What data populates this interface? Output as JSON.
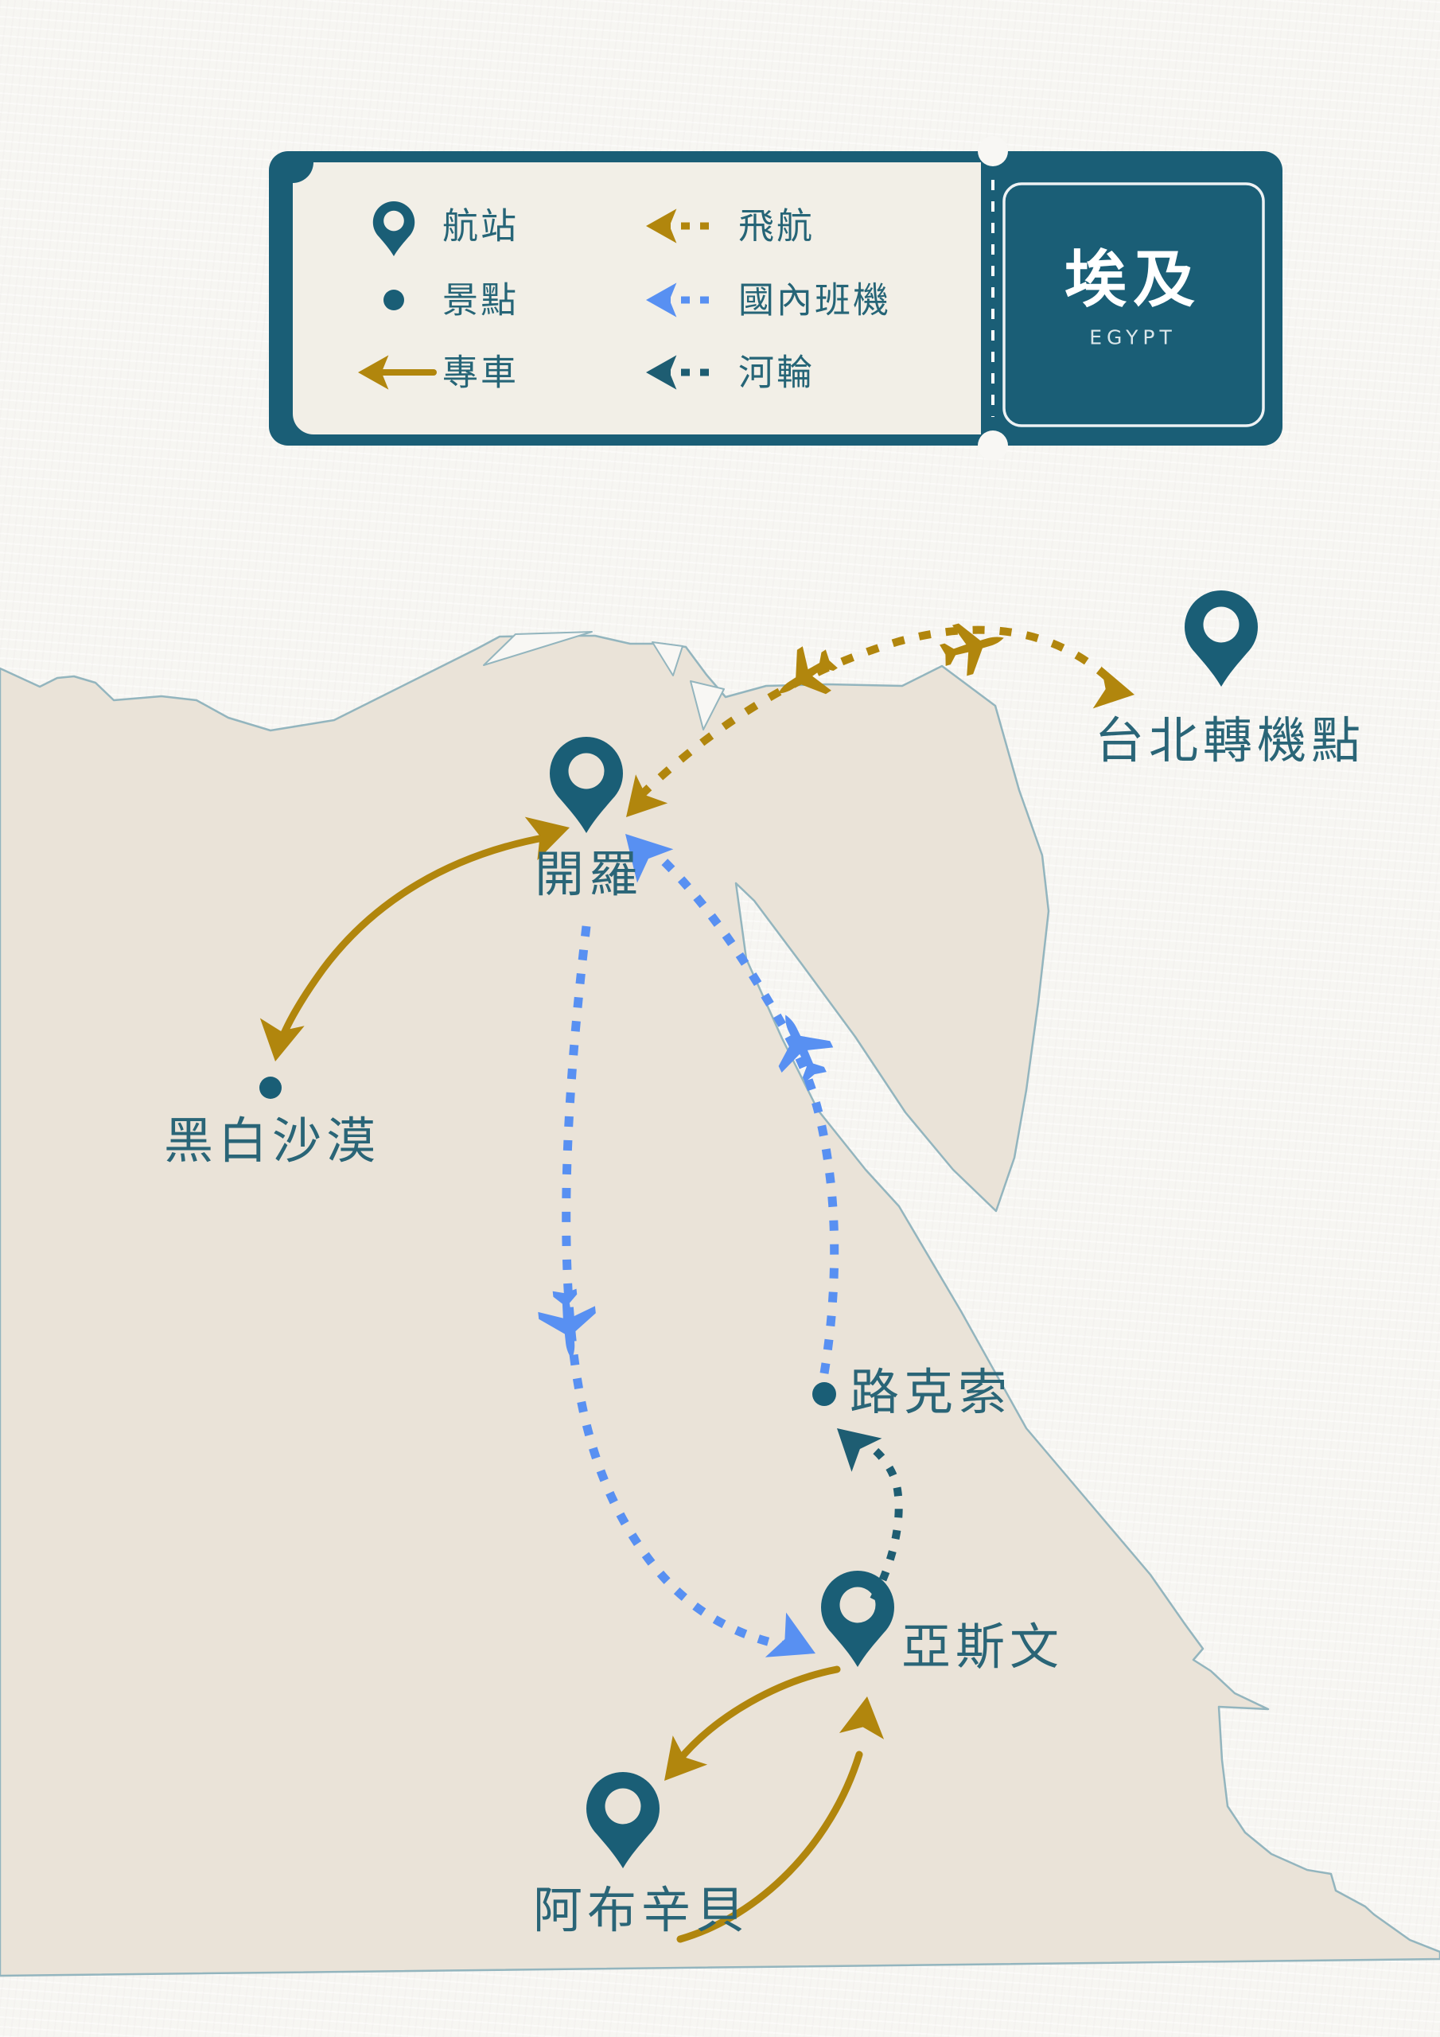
{
  "legend": {
    "items": [
      {
        "label": "航站",
        "icon": "pin-icon",
        "meaning": "terminal-station",
        "color": "#1a5e76"
      },
      {
        "label": "景點",
        "icon": "dot-icon",
        "meaning": "sightseeing-spot",
        "color": "#1a5e76"
      },
      {
        "label": "專車",
        "icon": "solid-arrow-icon",
        "meaning": "private-car",
        "color": "#b1860d"
      },
      {
        "label": "飛航",
        "icon": "dashed-arrow-icon",
        "meaning": "international-flight",
        "color": "#b1860d"
      },
      {
        "label": "國內班機",
        "icon": "dashed-arrow-icon",
        "meaning": "domestic-flight",
        "color": "#5890f2"
      },
      {
        "label": "河輪",
        "icon": "dashed-arrow-icon",
        "meaning": "river-cruise",
        "color": "#1e5d72"
      }
    ],
    "stub": {
      "title": "埃及",
      "subtitle": "EGYPT"
    }
  },
  "map": {
    "locations": [
      {
        "name": "台北轉機點",
        "type": "航站"
      },
      {
        "name": "開羅",
        "type": "航站"
      },
      {
        "name": "黑白沙漠",
        "type": "景點"
      },
      {
        "name": "路克索",
        "type": "景點"
      },
      {
        "name": "亞斯文",
        "type": "航站"
      },
      {
        "name": "阿布辛貝",
        "type": "航站"
      }
    ],
    "routes": [
      {
        "mode": "飛航",
        "from": "台北轉機點",
        "to": "開羅",
        "bidirectional": true
      },
      {
        "mode": "專車",
        "from": "開羅",
        "to": "黑白沙漠",
        "bidirectional": true
      },
      {
        "mode": "國內班機",
        "from": "開羅",
        "to": "亞斯文",
        "bidirectional": false
      },
      {
        "mode": "河輪",
        "from": "亞斯文",
        "to": "路克索",
        "bidirectional": false
      },
      {
        "mode": "國內班機",
        "from": "路克索",
        "to": "開羅",
        "bidirectional": false
      },
      {
        "mode": "專車",
        "from": "亞斯文",
        "to": "阿布辛貝",
        "bidirectional": true
      }
    ]
  },
  "colors": {
    "teal": "#1a5e76",
    "gold": "#b1860d",
    "domestic_blue": "#5890f2",
    "cruise_teal": "#1e5d72",
    "land": "#eae3d8",
    "coast_stroke": "#93b5be",
    "paper": "#f8f7f4",
    "label_text": "#2a6577",
    "legend_cream": "#f2efe7"
  }
}
